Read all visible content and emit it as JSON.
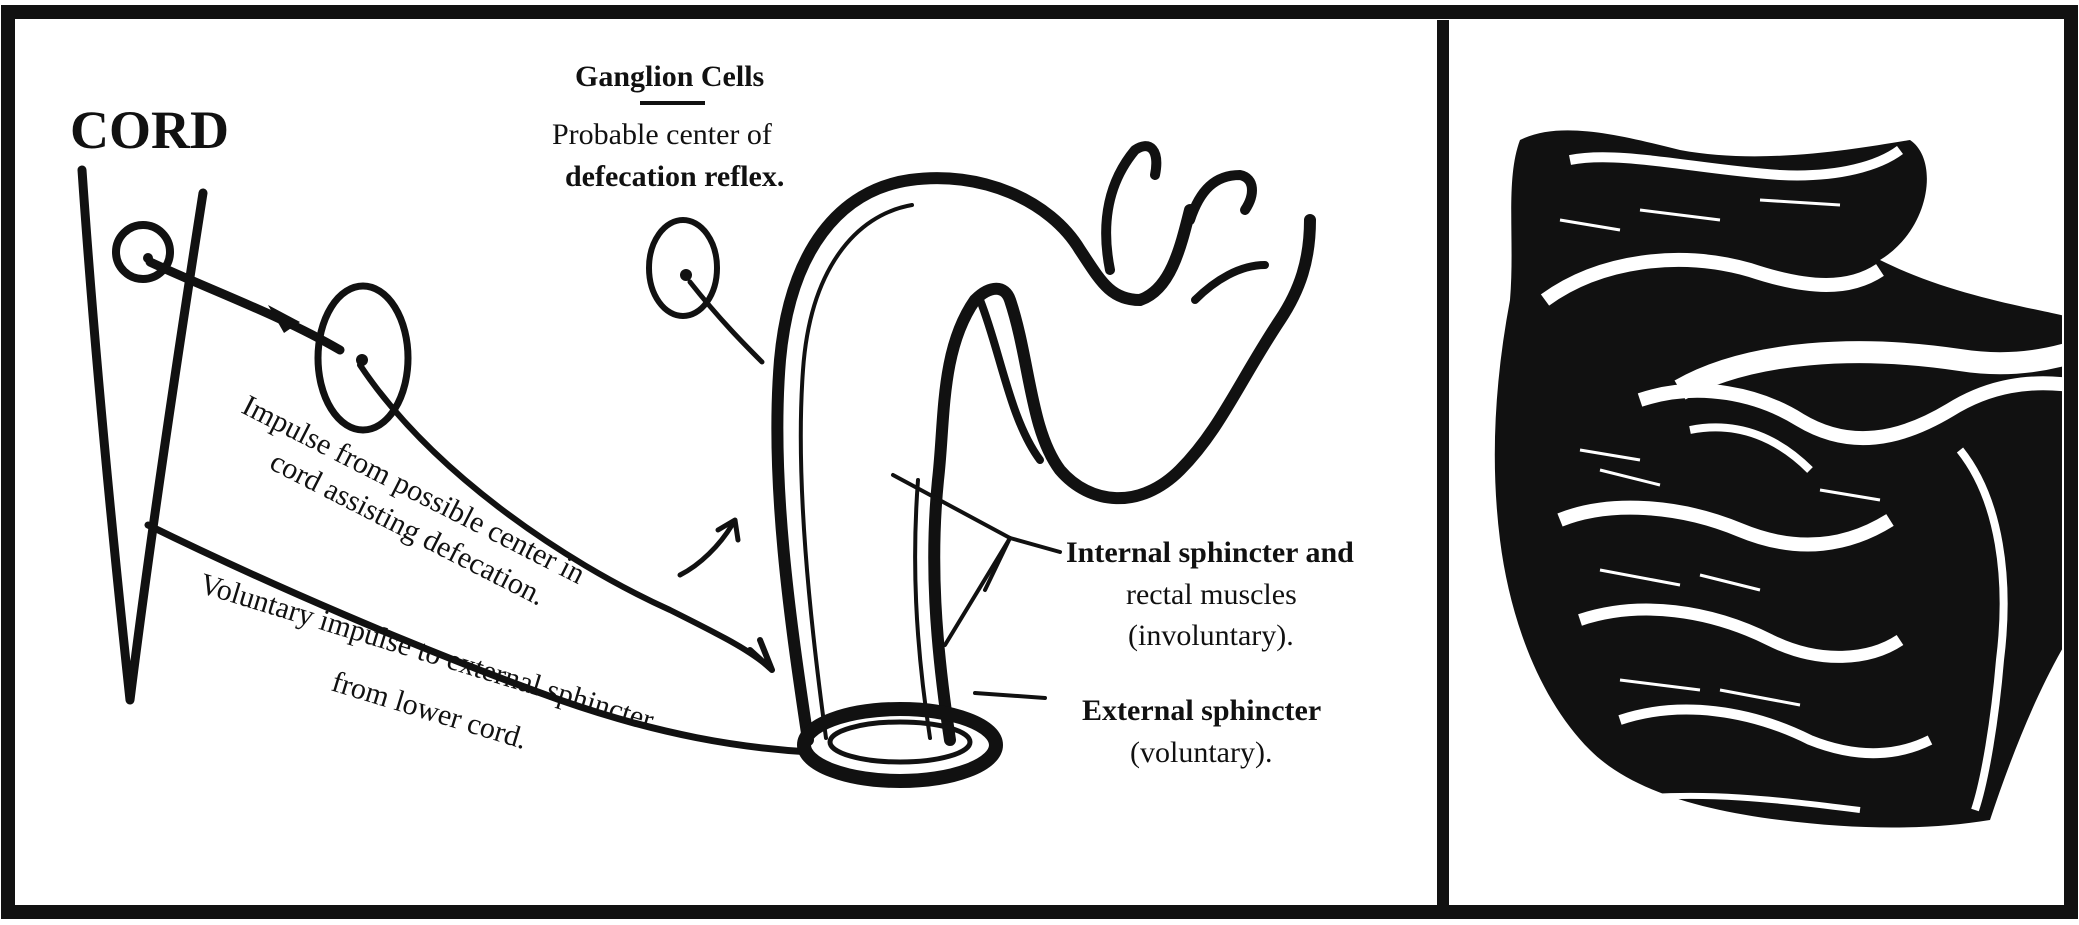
{
  "labels": {
    "cord": "CORD",
    "ganglion_title": "Ganglion Cells",
    "ganglion_desc_line1": "Probable center of",
    "ganglion_desc_line2": "defecation reflex.",
    "impulse_cord_line1": "Impulse from possible center in",
    "impulse_cord_line2": "cord assisting defecation.",
    "voluntary_line1": "Voluntary impulse to external sphincter",
    "voluntary_line2": "from lower cord.",
    "internal_line1": "Internal sphincter and",
    "internal_line2": "rectal muscles",
    "internal_line3": "(involuntary).",
    "external_line1": "External sphincter",
    "external_line2": "(voluntary)."
  },
  "colors": {
    "ink": "#111111",
    "paper": "#ffffff"
  }
}
